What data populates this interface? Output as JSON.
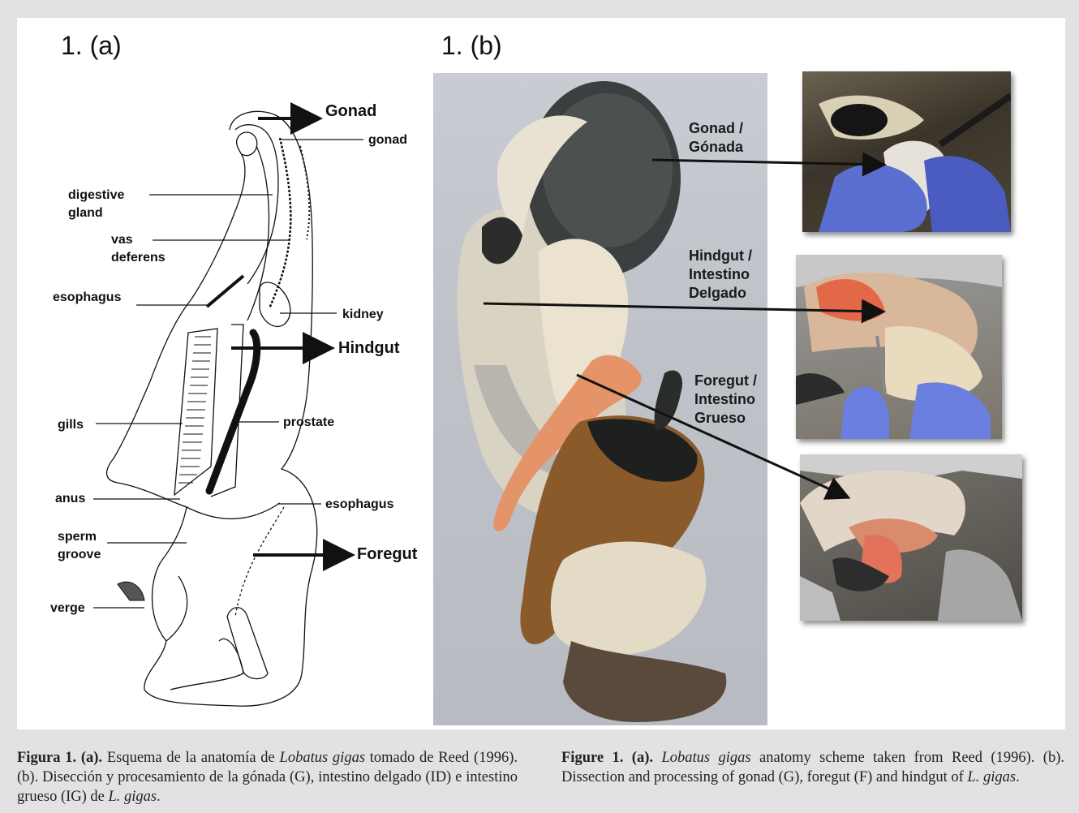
{
  "panel_a": {
    "label": "1. (a)",
    "labels": {
      "gonad_head": "Gonad",
      "gonad": "gonad",
      "digestive_gland": "digestive\ngland",
      "vas_deferens": "vas\ndeferens",
      "esophagus_top": "esophagus",
      "kidney": "kidney",
      "hindgut": "Hindgut",
      "gills": "gills",
      "prostate": "prostate",
      "anus": "anus",
      "esophagus_bottom": "esophagus",
      "sperm_groove": "sperm\ngroove",
      "foregut": "Foregut",
      "verge": "verge"
    }
  },
  "panel_b": {
    "label": "1. (b)",
    "labels": {
      "gonad": "Gonad /\nGónada",
      "hindgut": "Hindgut /\nIntestino\nDelgado",
      "foregut": "Foregut /\nIntestino\nGrueso"
    }
  },
  "caption_es": {
    "prefix": "Figura 1. (a).",
    "t1": " Esquema de la anatomía de ",
    "species": "Lobatus gigas",
    "t2": " tomado de Reed (1996). (b). Disección y procesamiento de la gónada (G), intestino delgado (ID) e intestino grueso (IG) de ",
    "species_short": "L. gigas",
    "t3": "."
  },
  "caption_en": {
    "prefix": "Figure 1. (a).",
    "t0": " ",
    "species": "Lobatus gigas",
    "t1": " anatomy scheme taken from Reed (1996). (b). Dissection and processing of gonad (G), foregut (F) and hindgut of ",
    "species_short": "L. gigas",
    "t2": "."
  },
  "colors": {
    "background": "#e2e2e2",
    "panel": "#ffffff",
    "glove": "#5a6fd0",
    "foil": "#b9b9b9"
  }
}
